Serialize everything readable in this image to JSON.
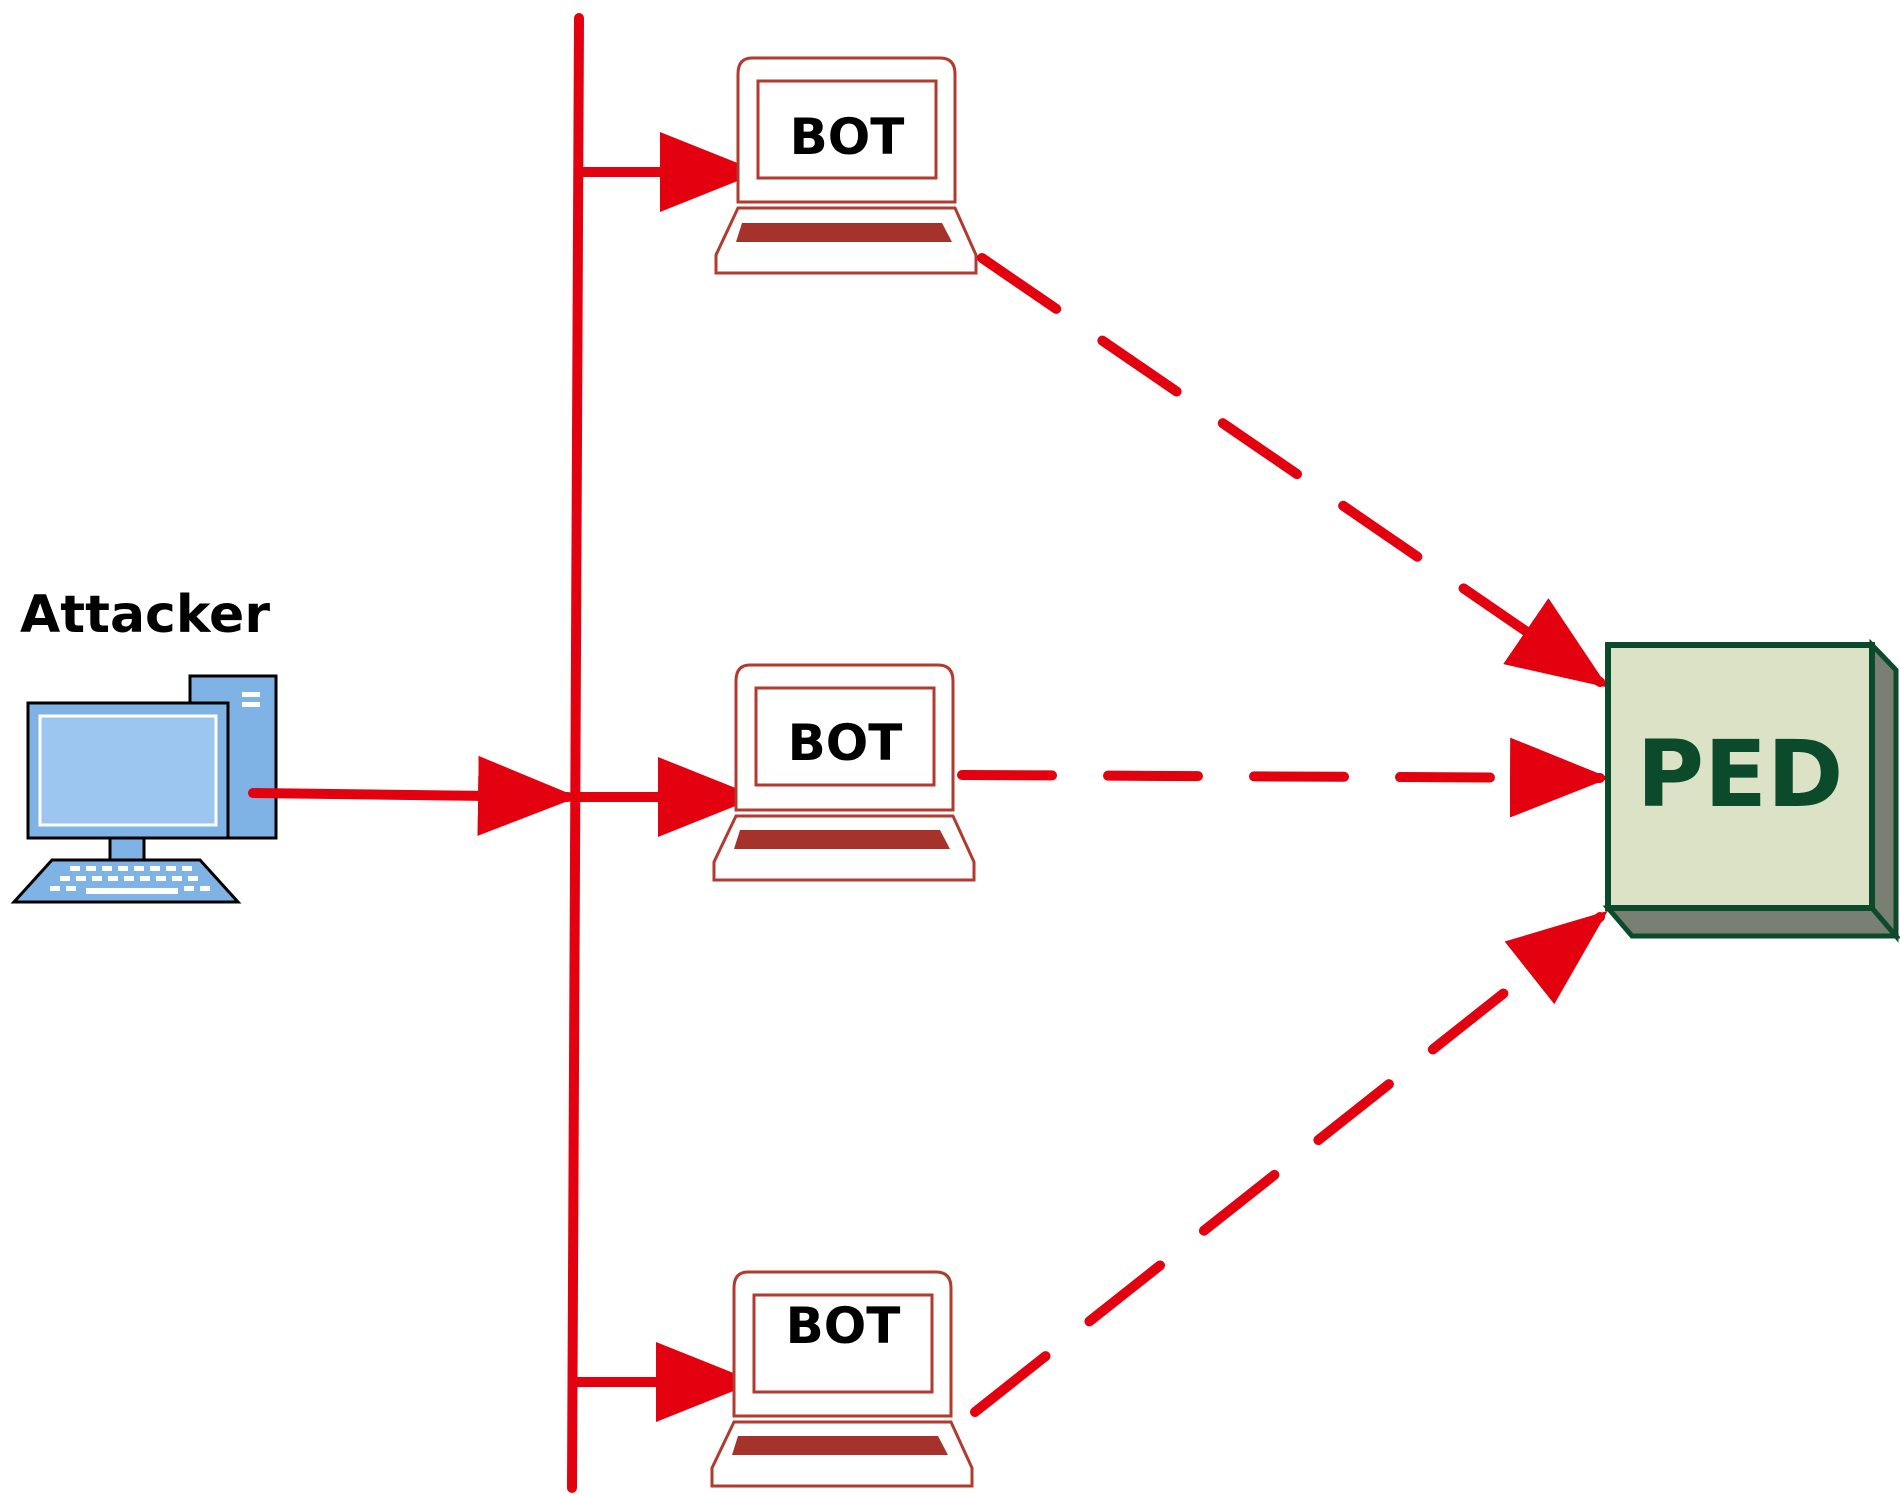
{
  "attacker": {
    "label": "Attacker",
    "icon": "desktop-computer-icon",
    "monitor_color": "#7fb3e6",
    "tower_color": "#7fb3e6"
  },
  "bots": [
    {
      "label": "BOT",
      "icon": "laptop-icon"
    },
    {
      "label": "BOT",
      "icon": "laptop-icon"
    },
    {
      "label": "BOT",
      "icon": "laptop-icon"
    }
  ],
  "target": {
    "label": "PED",
    "face_color": "#dbe2c6",
    "text_color": "#0b4a2a",
    "edge_color": "#0b4a2a",
    "shadow_color": "#7a7f73"
  },
  "colors": {
    "command_line": "#e3000f",
    "attack_line": "#e3000f",
    "laptop_outline": "#b23a2e",
    "keyboard": "#a5332c"
  }
}
